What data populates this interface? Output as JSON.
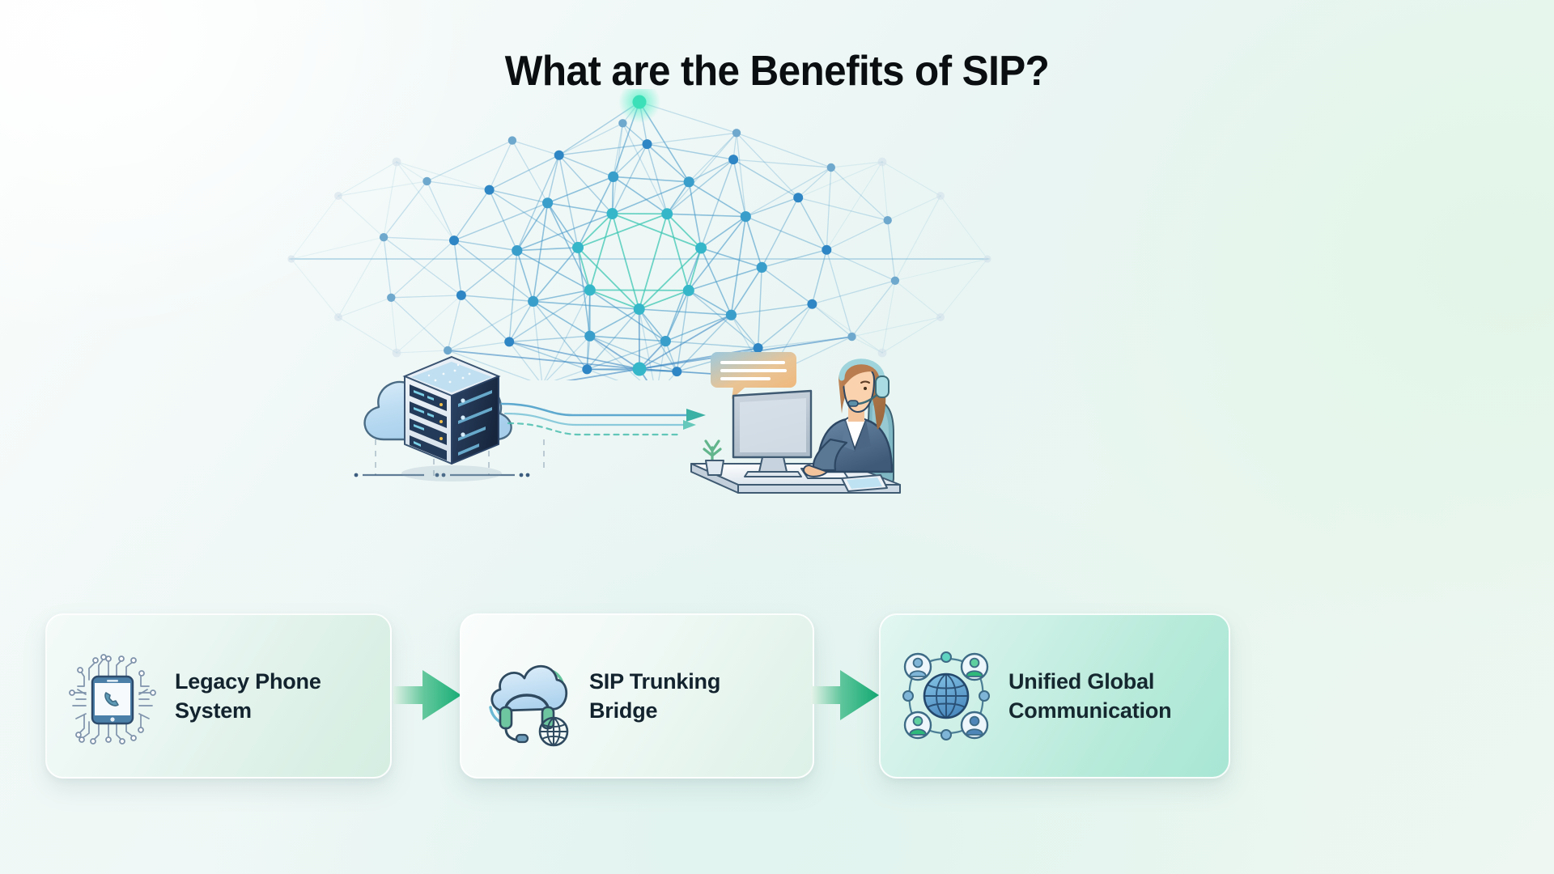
{
  "page": {
    "title": "What are the Benefits of SIP?",
    "background_start": "#fbfdfc",
    "background_end": "#eef7f2"
  },
  "hero": {
    "network_graphic": {
      "name": "network-mesh-graphic",
      "node_color_center": "#2f86c4",
      "node_color_apex": "#3ce0b8",
      "node_color_edge": "#cfdfea",
      "edge_color": "#4a9bc9"
    },
    "cloud_server": {
      "name": "cloud-server-illustration",
      "cloud_color": "#bcdcf2",
      "server_color": "#2d4767"
    },
    "agent": {
      "name": "call-center-agent-illustration",
      "chat_bubble_color": "#f0b77a",
      "headset_color": "#9fd4dc",
      "suit_color": "#53718f"
    },
    "data_flow_arrow_color": "#3bb0a4"
  },
  "flow": {
    "arrow_color_start": "#d8efe4",
    "arrow_color_end": "#17b077",
    "arrows": [
      {
        "name": "flow-arrow-1"
      },
      {
        "name": "flow-arrow-2"
      }
    ],
    "cards": [
      {
        "id": "legacy-phone-system",
        "label": "Legacy Phone System",
        "icon": "smartphone-circuit-icon",
        "accent": "#4a7fa8"
      },
      {
        "id": "sip-trunking-bridge",
        "label": "SIP Trunking Bridge",
        "icon": "cloud-headset-globe-icon",
        "accent": "#5aa0c9"
      },
      {
        "id": "unified-global-communication",
        "label": "Unified Global Communication",
        "icon": "globe-users-network-icon",
        "accent": "#2f6f96"
      }
    ]
  }
}
